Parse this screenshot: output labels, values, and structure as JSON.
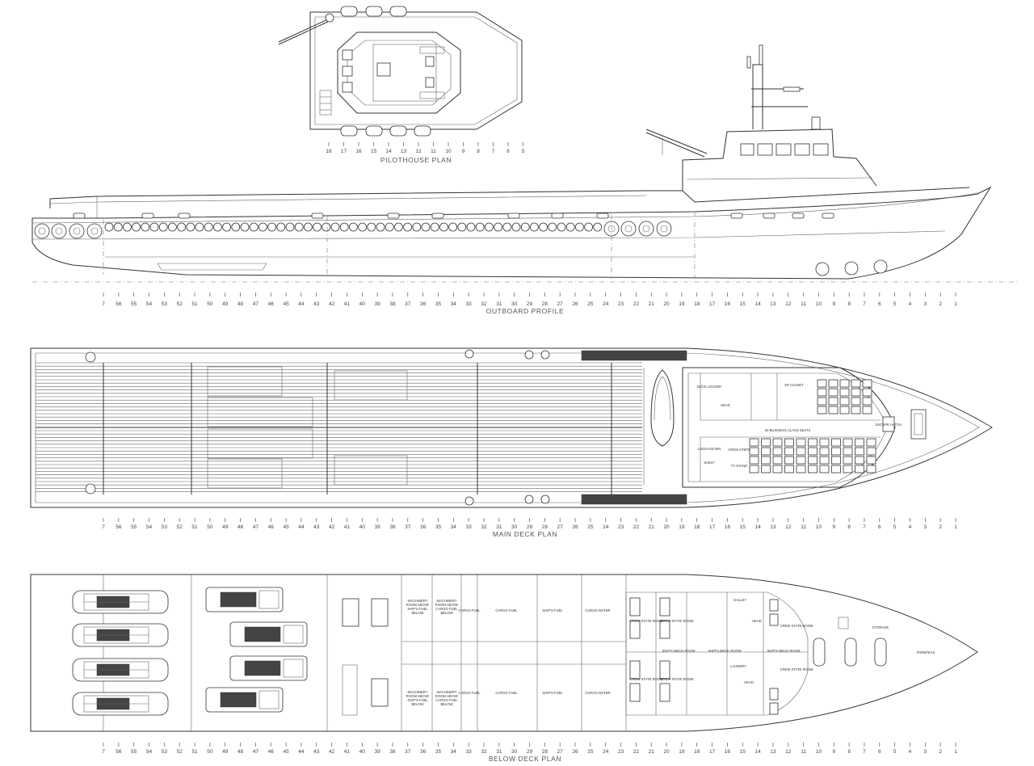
{
  "titles": {
    "pilothouse": "PILOTHOUSE PLAN",
    "outboard": "OUTBOARD PROFILE",
    "main_deck": "MAIN DECK PLAN",
    "below_deck": "BELOW DECK PLAN"
  },
  "frames": {
    "long": [
      "7",
      "56",
      "55",
      "54",
      "53",
      "52",
      "51",
      "50",
      "49",
      "48",
      "47",
      "46",
      "45",
      "44",
      "43",
      "42",
      "41",
      "40",
      "39",
      "38",
      "37",
      "36",
      "35",
      "34",
      "33",
      "32",
      "31",
      "30",
      "29",
      "28",
      "27",
      "26",
      "25",
      "24",
      "23",
      "22",
      "21",
      "20",
      "19",
      "18",
      "17",
      "16",
      "15",
      "14",
      "13",
      "12",
      "11",
      "10",
      "9",
      "8",
      "7",
      "6",
      "5",
      "4",
      "3",
      "2",
      "1"
    ],
    "pilothouse": [
      "18",
      "17",
      "16",
      "15",
      "14",
      "13",
      "12",
      "11",
      "10",
      "9",
      "8",
      "7",
      "6",
      "5"
    ]
  },
  "main_deck_labels": {
    "deck_locker": "DECK LOCKER",
    "head": "HEAD",
    "closet": "SP CLOSET",
    "seats": "60 BUSINESS CLASS SEATS",
    "escape_hatch": "ESCAPE HATCH",
    "luggage": "LUGGAGE BIN",
    "crew_steps": "CREW STEPS",
    "shelf": "SHELF",
    "tv_stand": "TV STAND"
  },
  "below_deck_labels": {
    "machinery_upper": "MACHINERY ROOM ABOVE SHIP'S FUEL BELOW",
    "machinery_upper_2": "MACHINERY ROOM ABOVE CARGO FUEL BELOW",
    "cargo_fuel_narrow": "CARGO FUEL",
    "cargo_fuel": "CARGO FUEL",
    "ships_fuel": "SHIP'S FUEL",
    "cargo_water": "CARGO WATER",
    "crew_stateroom": "CREW STATE ROOM",
    "ships_mech_room": "SHIP'S MECH ROOM",
    "head": "HEAD",
    "storage": "STORAGE",
    "forepeak": "FOREPEAK",
    "galley": "GALLEY",
    "laundry": "LAUNDRY"
  }
}
